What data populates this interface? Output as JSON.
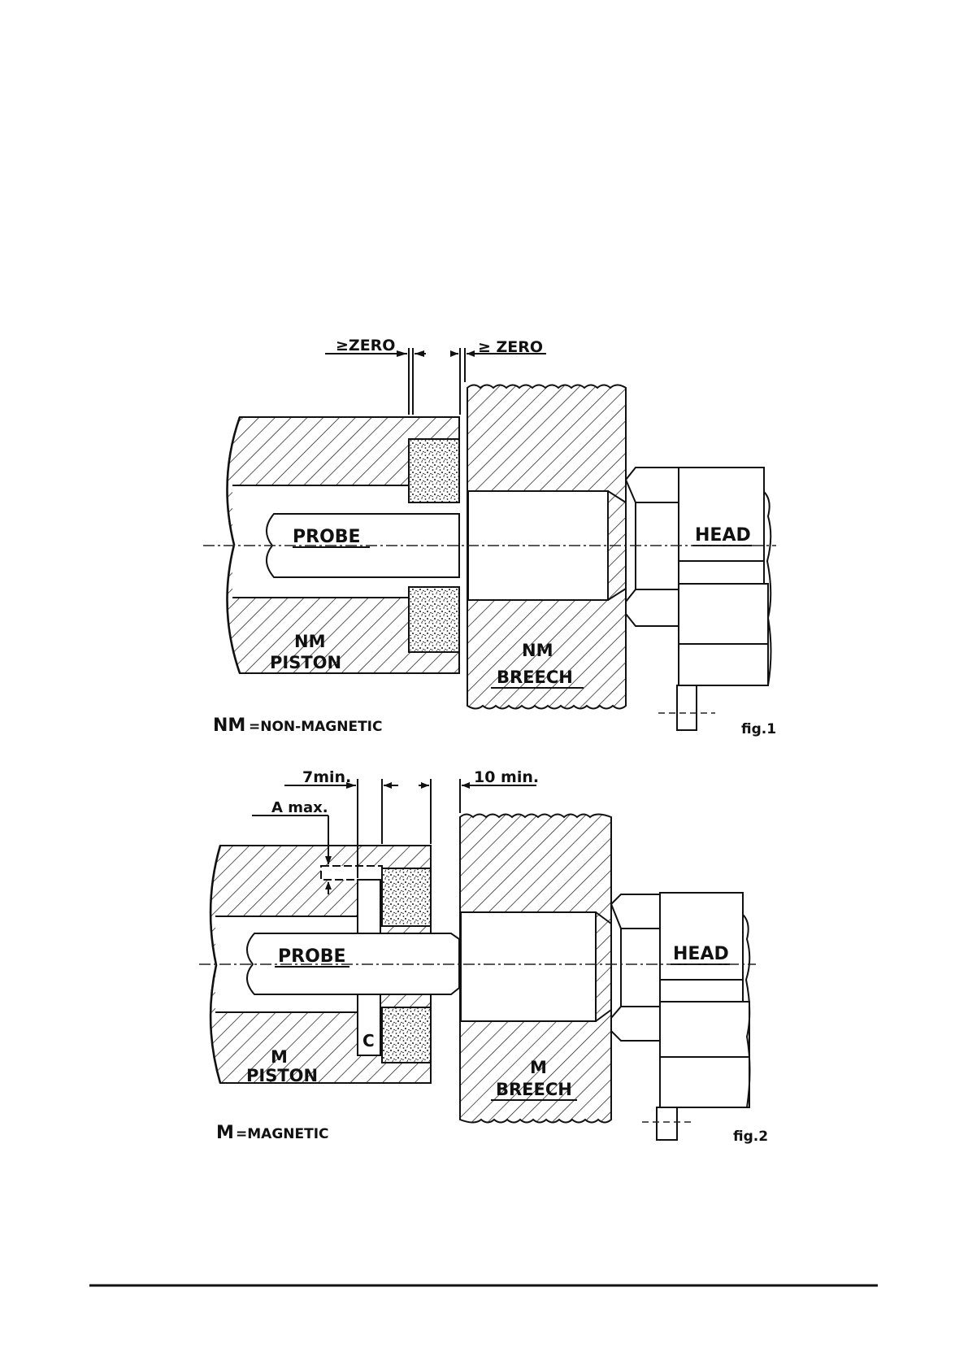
{
  "figure1": {
    "gap_left_label": "≥ZERO",
    "gap_right_label": "≥ ZERO",
    "probe_label": "PROBE",
    "head_label": "HEAD",
    "piston_label_line1": "NM",
    "piston_label_line2": "PISTON",
    "breech_label_line1": "NM",
    "breech_label_line2": "BREECH",
    "legend_abbr": "NM",
    "legend_text": "=NON-MAGNETIC",
    "fig_label": "fig.1"
  },
  "figure2": {
    "dim_left_label": "7min.",
    "dim_right_label": "10 min.",
    "amax_label": "A max.",
    "probe_label": "PROBE",
    "head_label": "HEAD",
    "c_label": "C",
    "piston_label_line1": "M",
    "piston_label_line2": "PISTON",
    "breech_label_line1": "M",
    "breech_label_line2": "BREECH",
    "legend_abbr": "M",
    "legend_text": "=MAGNETIC",
    "fig_label": "fig.2"
  }
}
